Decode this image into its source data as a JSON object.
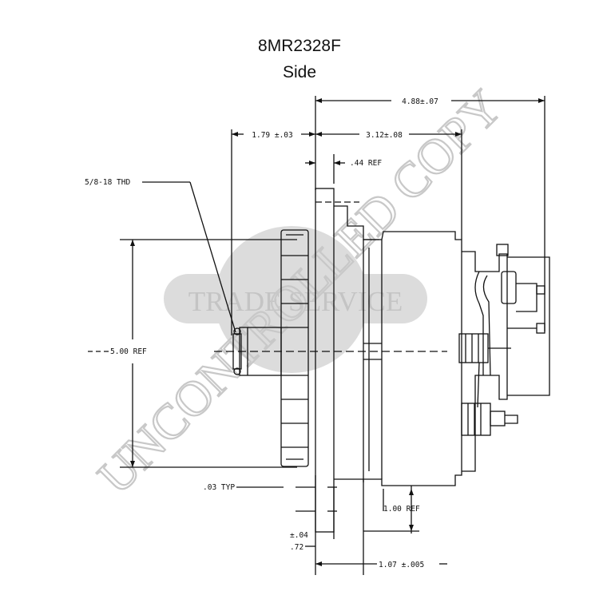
{
  "header": {
    "part_number": "8MR2328F",
    "view": "Side"
  },
  "dimensions": {
    "overall_length": "4.88±.07",
    "front_offset": "1.79 ±.03",
    "body_length": "3.12±.08",
    "flange_ref": ".44 REF",
    "thread": "5/8-18 THD",
    "pulley_dia": "5.00 REF",
    "gap": ".03 TYP",
    "mount_offset": "1.00 REF",
    "tol_top": "±.04",
    "tol_bottom": ".72",
    "mount_width": "1.07 ±.005"
  },
  "watermark": {
    "brand": "TRADE SERVICE",
    "stamp": "UNCONTROLLED COPY"
  },
  "colors": {
    "line": "#111111",
    "watermark_fill": "#d9d9d9",
    "watermark_text": "#c8c8c8"
  }
}
